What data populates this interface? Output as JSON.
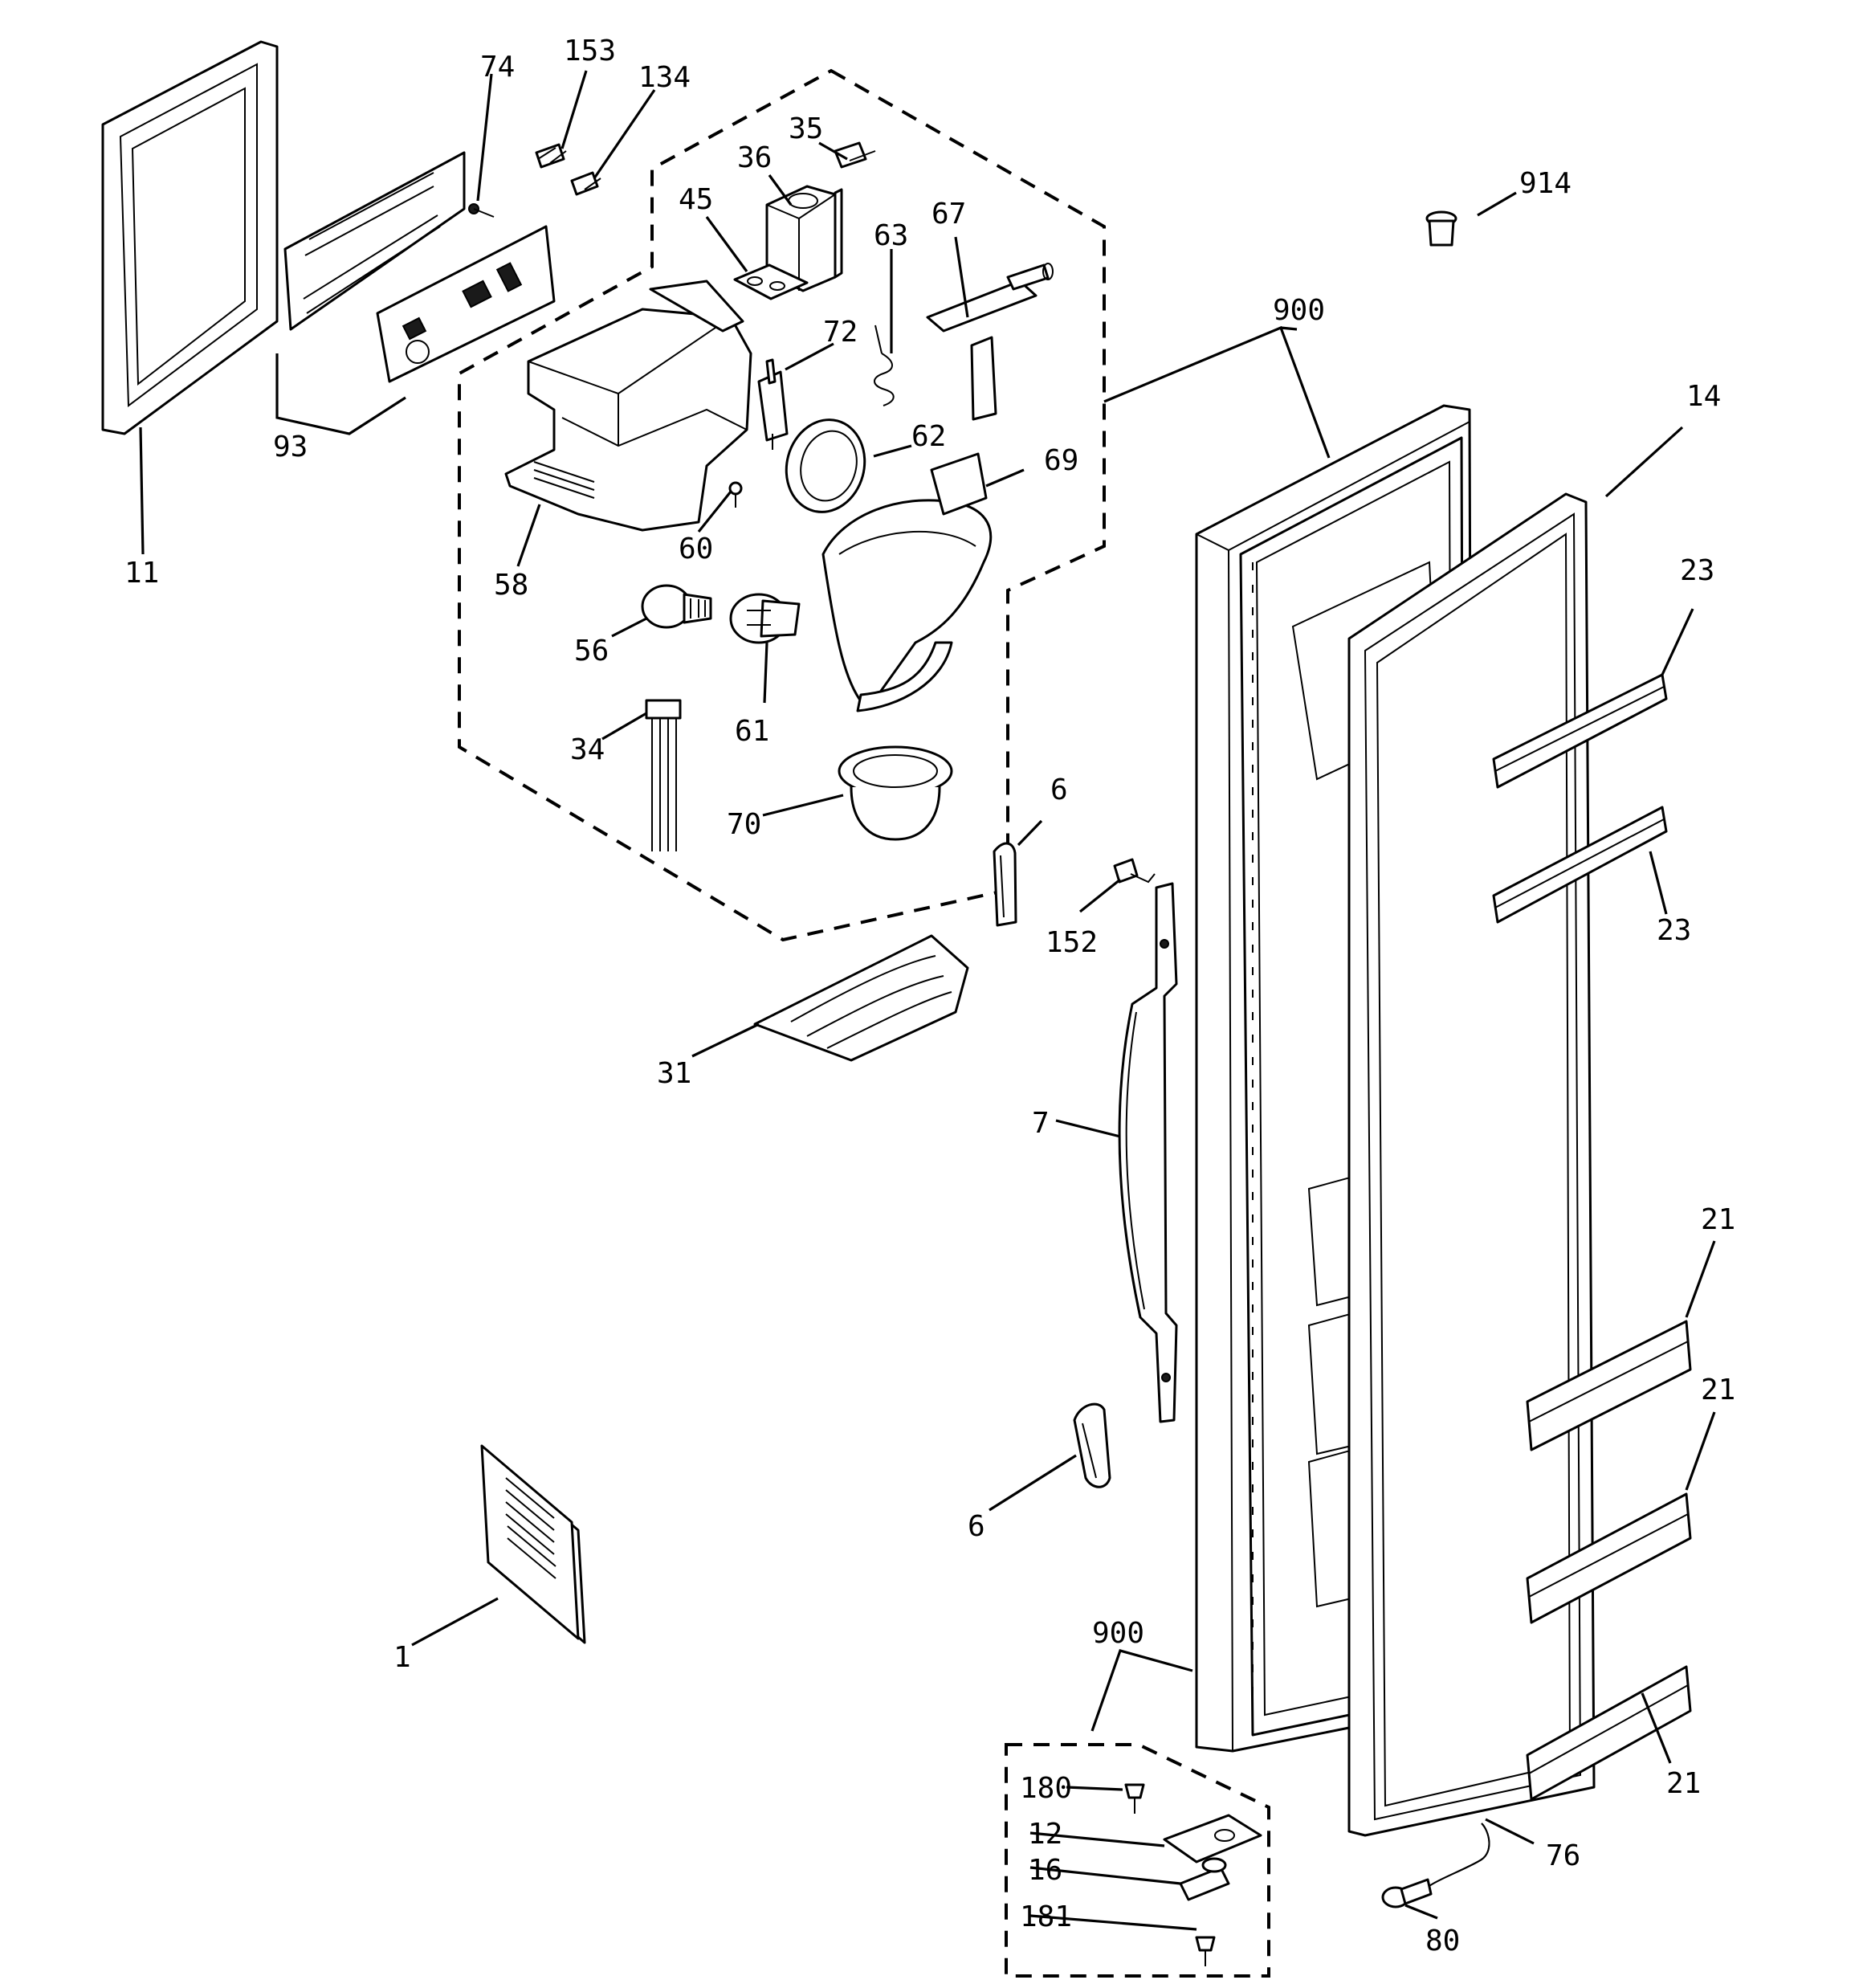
{
  "diagram": {
    "callouts": [
      {
        "id": "p153",
        "text": "153"
      },
      {
        "id": "p74",
        "text": "74"
      },
      {
        "id": "p134",
        "text": "134"
      },
      {
        "id": "p35",
        "text": "35"
      },
      {
        "id": "p36",
        "text": "36"
      },
      {
        "id": "p45",
        "text": "45"
      },
      {
        "id": "p63",
        "text": "63"
      },
      {
        "id": "p67",
        "text": "67"
      },
      {
        "id": "p914",
        "text": "914"
      },
      {
        "id": "p900a",
        "text": "900"
      },
      {
        "id": "p72",
        "text": "72"
      },
      {
        "id": "p14",
        "text": "14"
      },
      {
        "id": "p93",
        "text": "93"
      },
      {
        "id": "p62",
        "text": "62"
      },
      {
        "id": "p69",
        "text": "69"
      },
      {
        "id": "p11",
        "text": "11"
      },
      {
        "id": "p60",
        "text": "60"
      },
      {
        "id": "p58",
        "text": "58"
      },
      {
        "id": "p23a",
        "text": "23"
      },
      {
        "id": "p56",
        "text": "56"
      },
      {
        "id": "p61",
        "text": "61"
      },
      {
        "id": "p34",
        "text": "34"
      },
      {
        "id": "p70",
        "text": "70"
      },
      {
        "id": "p6a",
        "text": "6"
      },
      {
        "id": "p152",
        "text": "152"
      },
      {
        "id": "p23b",
        "text": "23"
      },
      {
        "id": "p31",
        "text": "31"
      },
      {
        "id": "p7",
        "text": "7"
      },
      {
        "id": "p21a",
        "text": "21"
      },
      {
        "id": "p21b",
        "text": "21"
      },
      {
        "id": "p6b",
        "text": "6"
      },
      {
        "id": "p1",
        "text": "1"
      },
      {
        "id": "p900b",
        "text": "900"
      },
      {
        "id": "p180",
        "text": "180"
      },
      {
        "id": "p12",
        "text": "12"
      },
      {
        "id": "p16",
        "text": "16"
      },
      {
        "id": "p181",
        "text": "181"
      },
      {
        "id": "p21c",
        "text": "21"
      },
      {
        "id": "p76",
        "text": "76"
      },
      {
        "id": "p80",
        "text": "80"
      }
    ]
  }
}
